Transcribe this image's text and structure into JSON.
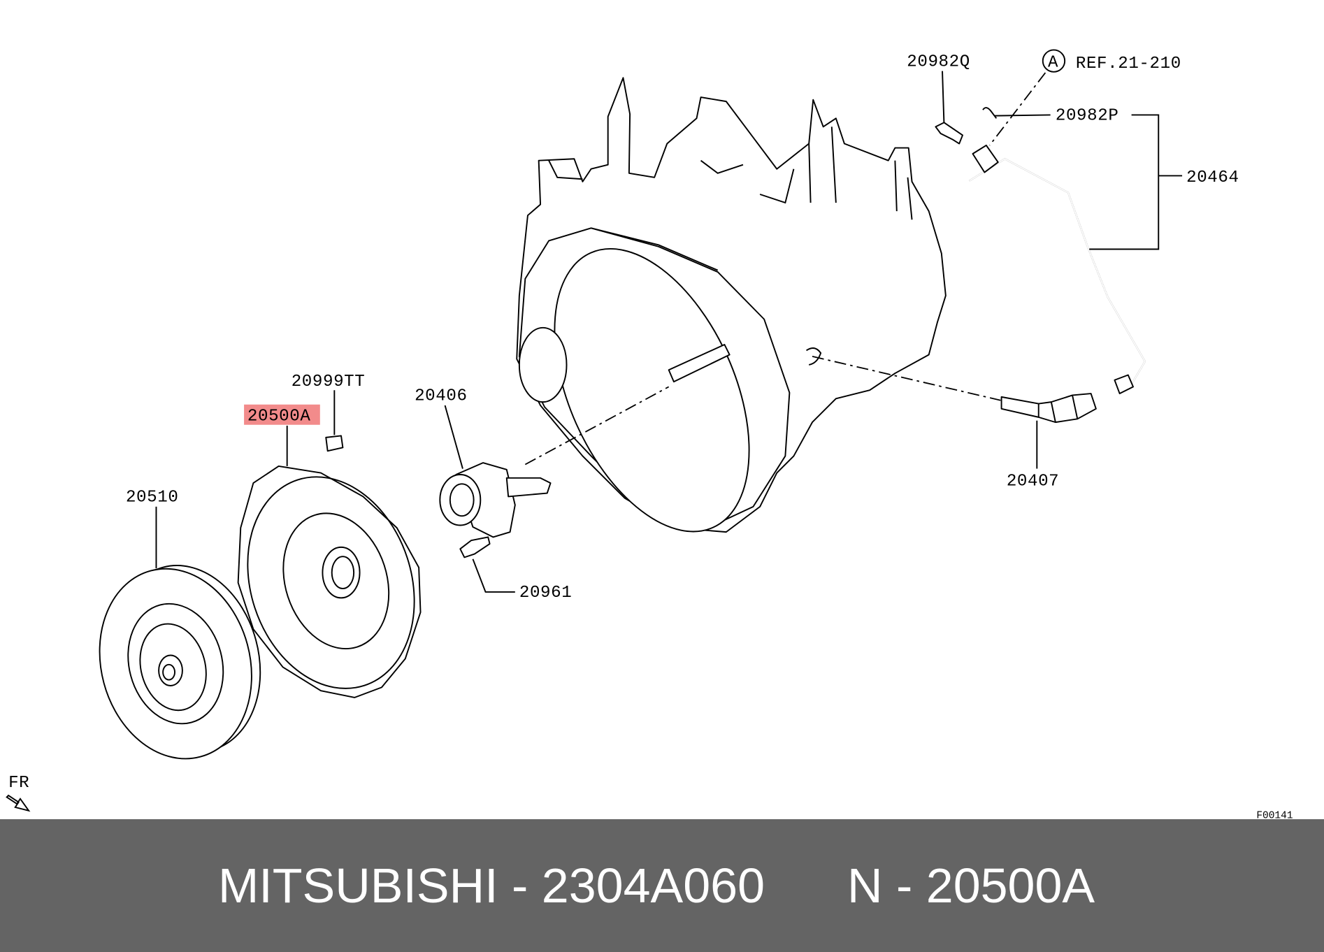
{
  "callouts": {
    "p20982Q": "20982Q",
    "p20982P": "20982P",
    "p20464": "20464",
    "p20999TT": "20999TT",
    "p20500A": "20500A",
    "p20406": "20406",
    "p20510": "20510",
    "p20407": "20407",
    "p20961": "20961"
  },
  "reference": {
    "circle_letter": "A",
    "ref_text": "REF.21-210"
  },
  "direction_label": "FR",
  "figure_code": "F00141",
  "colors": {
    "highlight": "#f28b8b",
    "banner": "#646464"
  },
  "banner": {
    "maker_part": "MITSUBISHI - 2304A060",
    "ref": "N - 20500A"
  }
}
